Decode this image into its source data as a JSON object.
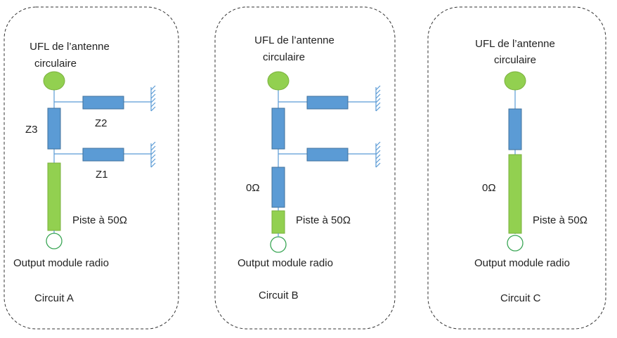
{
  "colors": {
    "blue": "#5b9bd5",
    "blue_stroke": "#41719c",
    "green": "#92d050",
    "green_stroke": "#7ab03d",
    "wire": "#5b9bd5",
    "panel_border": "#333333"
  },
  "circuit_a": {
    "antenna_label_line1": "UFL de l’antenne",
    "antenna_label_line2": "circulaire",
    "z3_label": "Z3",
    "z2_label": "Z2",
    "z1_label": "Z1",
    "trace_label": "Piste à 50Ω",
    "output_label": "Output module radio",
    "title": "Circuit A"
  },
  "circuit_b": {
    "antenna_label_line1": "UFL de l’antenne",
    "antenna_label_line2": "circulaire",
    "resistor_label": "0Ω",
    "trace_label": "Piste à 50Ω",
    "output_label": "Output module radio",
    "title": "Circuit B"
  },
  "circuit_c": {
    "antenna_label_line1": "UFL de l’antenne",
    "antenna_label_line2": "circulaire",
    "resistor_label": "0Ω",
    "trace_label": "Piste à 50Ω",
    "output_label": "Output module radio",
    "title": "Circuit C"
  }
}
